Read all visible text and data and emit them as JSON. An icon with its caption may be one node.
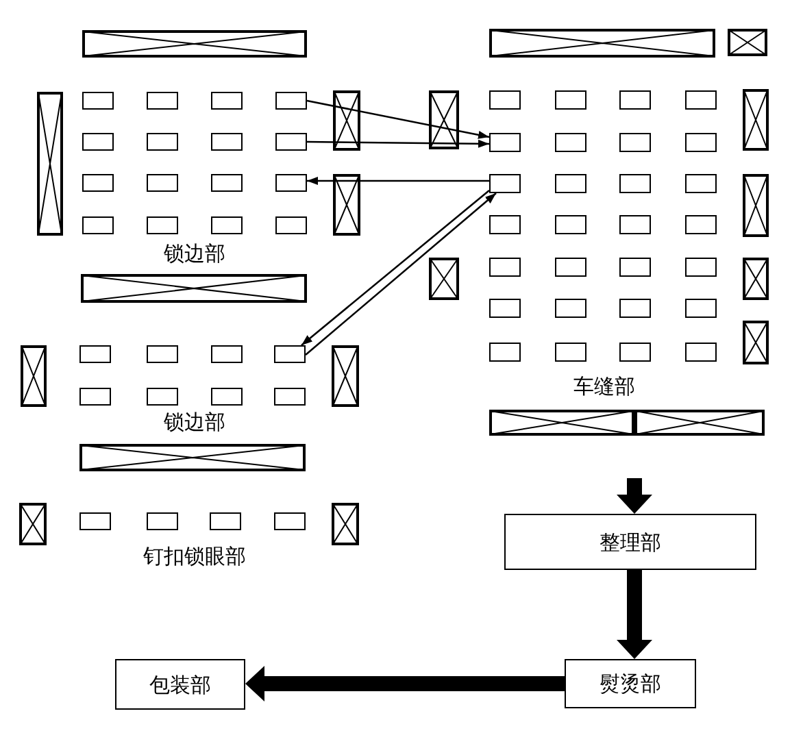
{
  "diagram": {
    "nodes": [
      {
        "text": [],
        "shape": "box"
      },
      {
        "text": [],
        "shape": "box"
      },
      {
        "text": [],
        "shape": "box"
      },
      {
        "text": [],
        "shape": "box"
      },
      {
        "text": [],
        "shape": "box"
      },
      {
        "text": [],
        "shape": "box"
      },
      {
        "text": [],
        "shape": "box"
      },
      {
        "text": [],
        "shape": "box"
      },
      {
        "text": [],
        "shape": "box"
      },
      {
        "text": [],
        "shape": "box"
      },
      {
        "text": [],
        "shape": "box"
      },
      {
        "text": [],
        "shape": "box"
      },
      {
        "text": [],
        "shape": "box"
      },
      {
        "text": [],
        "shape": "box"
      },
      {
        "text": [],
        "shape": "box"
      },
      {
        "text": [],
        "shape": "box"
      },
      {
        "text": [],
        "shape": "box"
      },
      {
        "text": [],
        "shape": "box"
      },
      {
        "text": [],
        "shape": "box"
      },
      {
        "text": [],
        "shape": "box"
      },
      {
        "text": [],
        "shape": "box"
      },
      {
        "text": [],
        "shape": "box"
      },
      {
        "text": [],
        "shape": "box"
      },
      {
        "text": [],
        "shape": "box"
      },
      {
        "text": [],
        "shape": "box"
      },
      {
        "text": [],
        "shape": "box"
      },
      {
        "text": [],
        "shape": "box"
      },
      {
        "text": [],
        "shape": "box"
      },
      {
        "text": [],
        "shape": "box"
      },
      {
        "text": [],
        "shape": "box"
      },
      {
        "text": [],
        "shape": "box"
      },
      {
        "text": [],
        "shape": "box"
      },
      {
        "text": [],
        "shape": "box"
      },
      {
        "text": [],
        "shape": "box"
      },
      {
        "text": [],
        "shape": "box"
      },
      {
        "text": [],
        "shape": "box"
      },
      {
        "text": [],
        "shape": "box"
      },
      {
        "text": [],
        "shape": "box"
      },
      {
        "text": [],
        "shape": "box"
      },
      {
        "text": [],
        "shape": "box"
      },
      {
        "text": [],
        "shape": "box"
      },
      {
        "text": [],
        "shape": "box"
      },
      {
        "text": [],
        "shape": "box"
      },
      {
        "text": [],
        "shape": "box"
      },
      {
        "text": [],
        "shape": "box"
      },
      {
        "text": [],
        "shape": "box"
      },
      {
        "text": [],
        "shape": "box"
      },
      {
        "text": [],
        "shape": "box"
      },
      {
        "text": [],
        "shape": "box"
      },
      {
        "text": [],
        "shape": "box"
      },
      {
        "text": [],
        "shape": "box"
      },
      {
        "text": [],
        "shape": "box"
      },
      {
        "text": [],
        "shape": "box"
      },
      {
        "text": [],
        "shape": "box"
      },
      {
        "text": [],
        "shape": "box"
      },
      {
        "text": [],
        "shape": "box"
      },
      {
        "text": [
          "整理部"
        ]
      },
      {
        "text": [
          "包装部"
        ]
      },
      {
        "text": [
          "熨烫部"
        ]
      }
    ],
    "edges": [
      {
        "from": 3,
        "to": 20,
        "arrow": "to"
      },
      {
        "from": 7,
        "to": 20,
        "arrow": "to"
      },
      {
        "from": 24,
        "to": 11,
        "arrow": "to"
      },
      {
        "from": 24,
        "to": 47,
        "arrow": "to"
      },
      {
        "from": 47,
        "to": 24,
        "arrow": "to"
      },
      {
        "from": null,
        "to": 56,
        "arrow": "to",
        "style": "thick"
      },
      {
        "from": 56,
        "to": 58,
        "arrow": "to",
        "style": "thick"
      },
      {
        "from": 58,
        "to": 57,
        "arrow": "to",
        "style": "thick"
      }
    ],
    "labels": [
      "锁边部",
      "车缝部",
      "锁边部",
      "钉扣锁眼部"
    ]
  }
}
